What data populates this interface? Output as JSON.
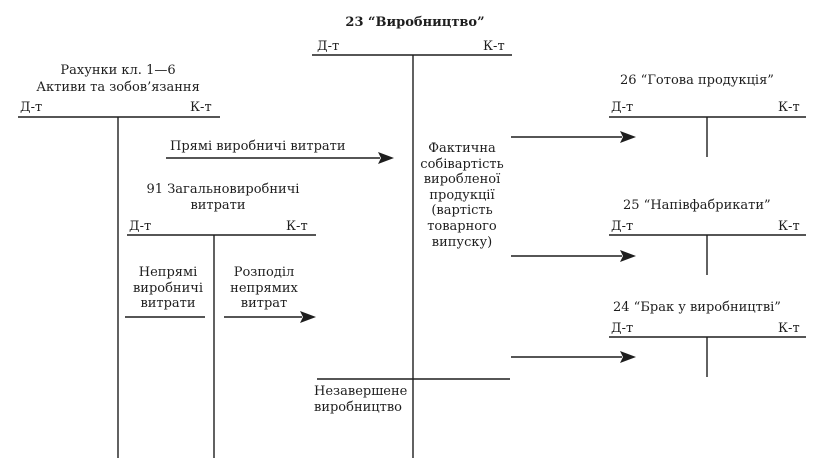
{
  "account_23": {
    "title_num": "23",
    "title_name": "“Виробництво”",
    "debit": "Д-т",
    "credit": "К-т",
    "credit_text": "Фактична\nсобівартість\nвиробленої\nпродукції\n(вартість\nтоварного\nвипуску)",
    "wip": "Незавершене\nвиробництво"
  },
  "accounts_1_6": {
    "title_line1": "Рахунки кл. 1—6",
    "title_line2": "Активи та зобов’язання",
    "debit": "Д-т",
    "credit": "К-т"
  },
  "account_91": {
    "title_line1": "91 Загальновиробничі",
    "title_line2": "витрати",
    "debit": "Д-т",
    "credit": "К-т",
    "debit_text": "Непрямі\nвиробничі\nвитрати",
    "credit_text": "Розподіл\nнепрямих\nвитрат"
  },
  "direct_costs": "Прямі виробничі витрати",
  "account_26": {
    "title": "26 “Готова продукція”",
    "debit": "Д-т",
    "credit": "К-т"
  },
  "account_25": {
    "title": "25 “Напівфабрикати”",
    "debit": "Д-т",
    "credit": "К-т"
  },
  "account_24": {
    "title": "24 “Брак у виробництві”",
    "debit": "Д-т",
    "credit": "К-т"
  }
}
